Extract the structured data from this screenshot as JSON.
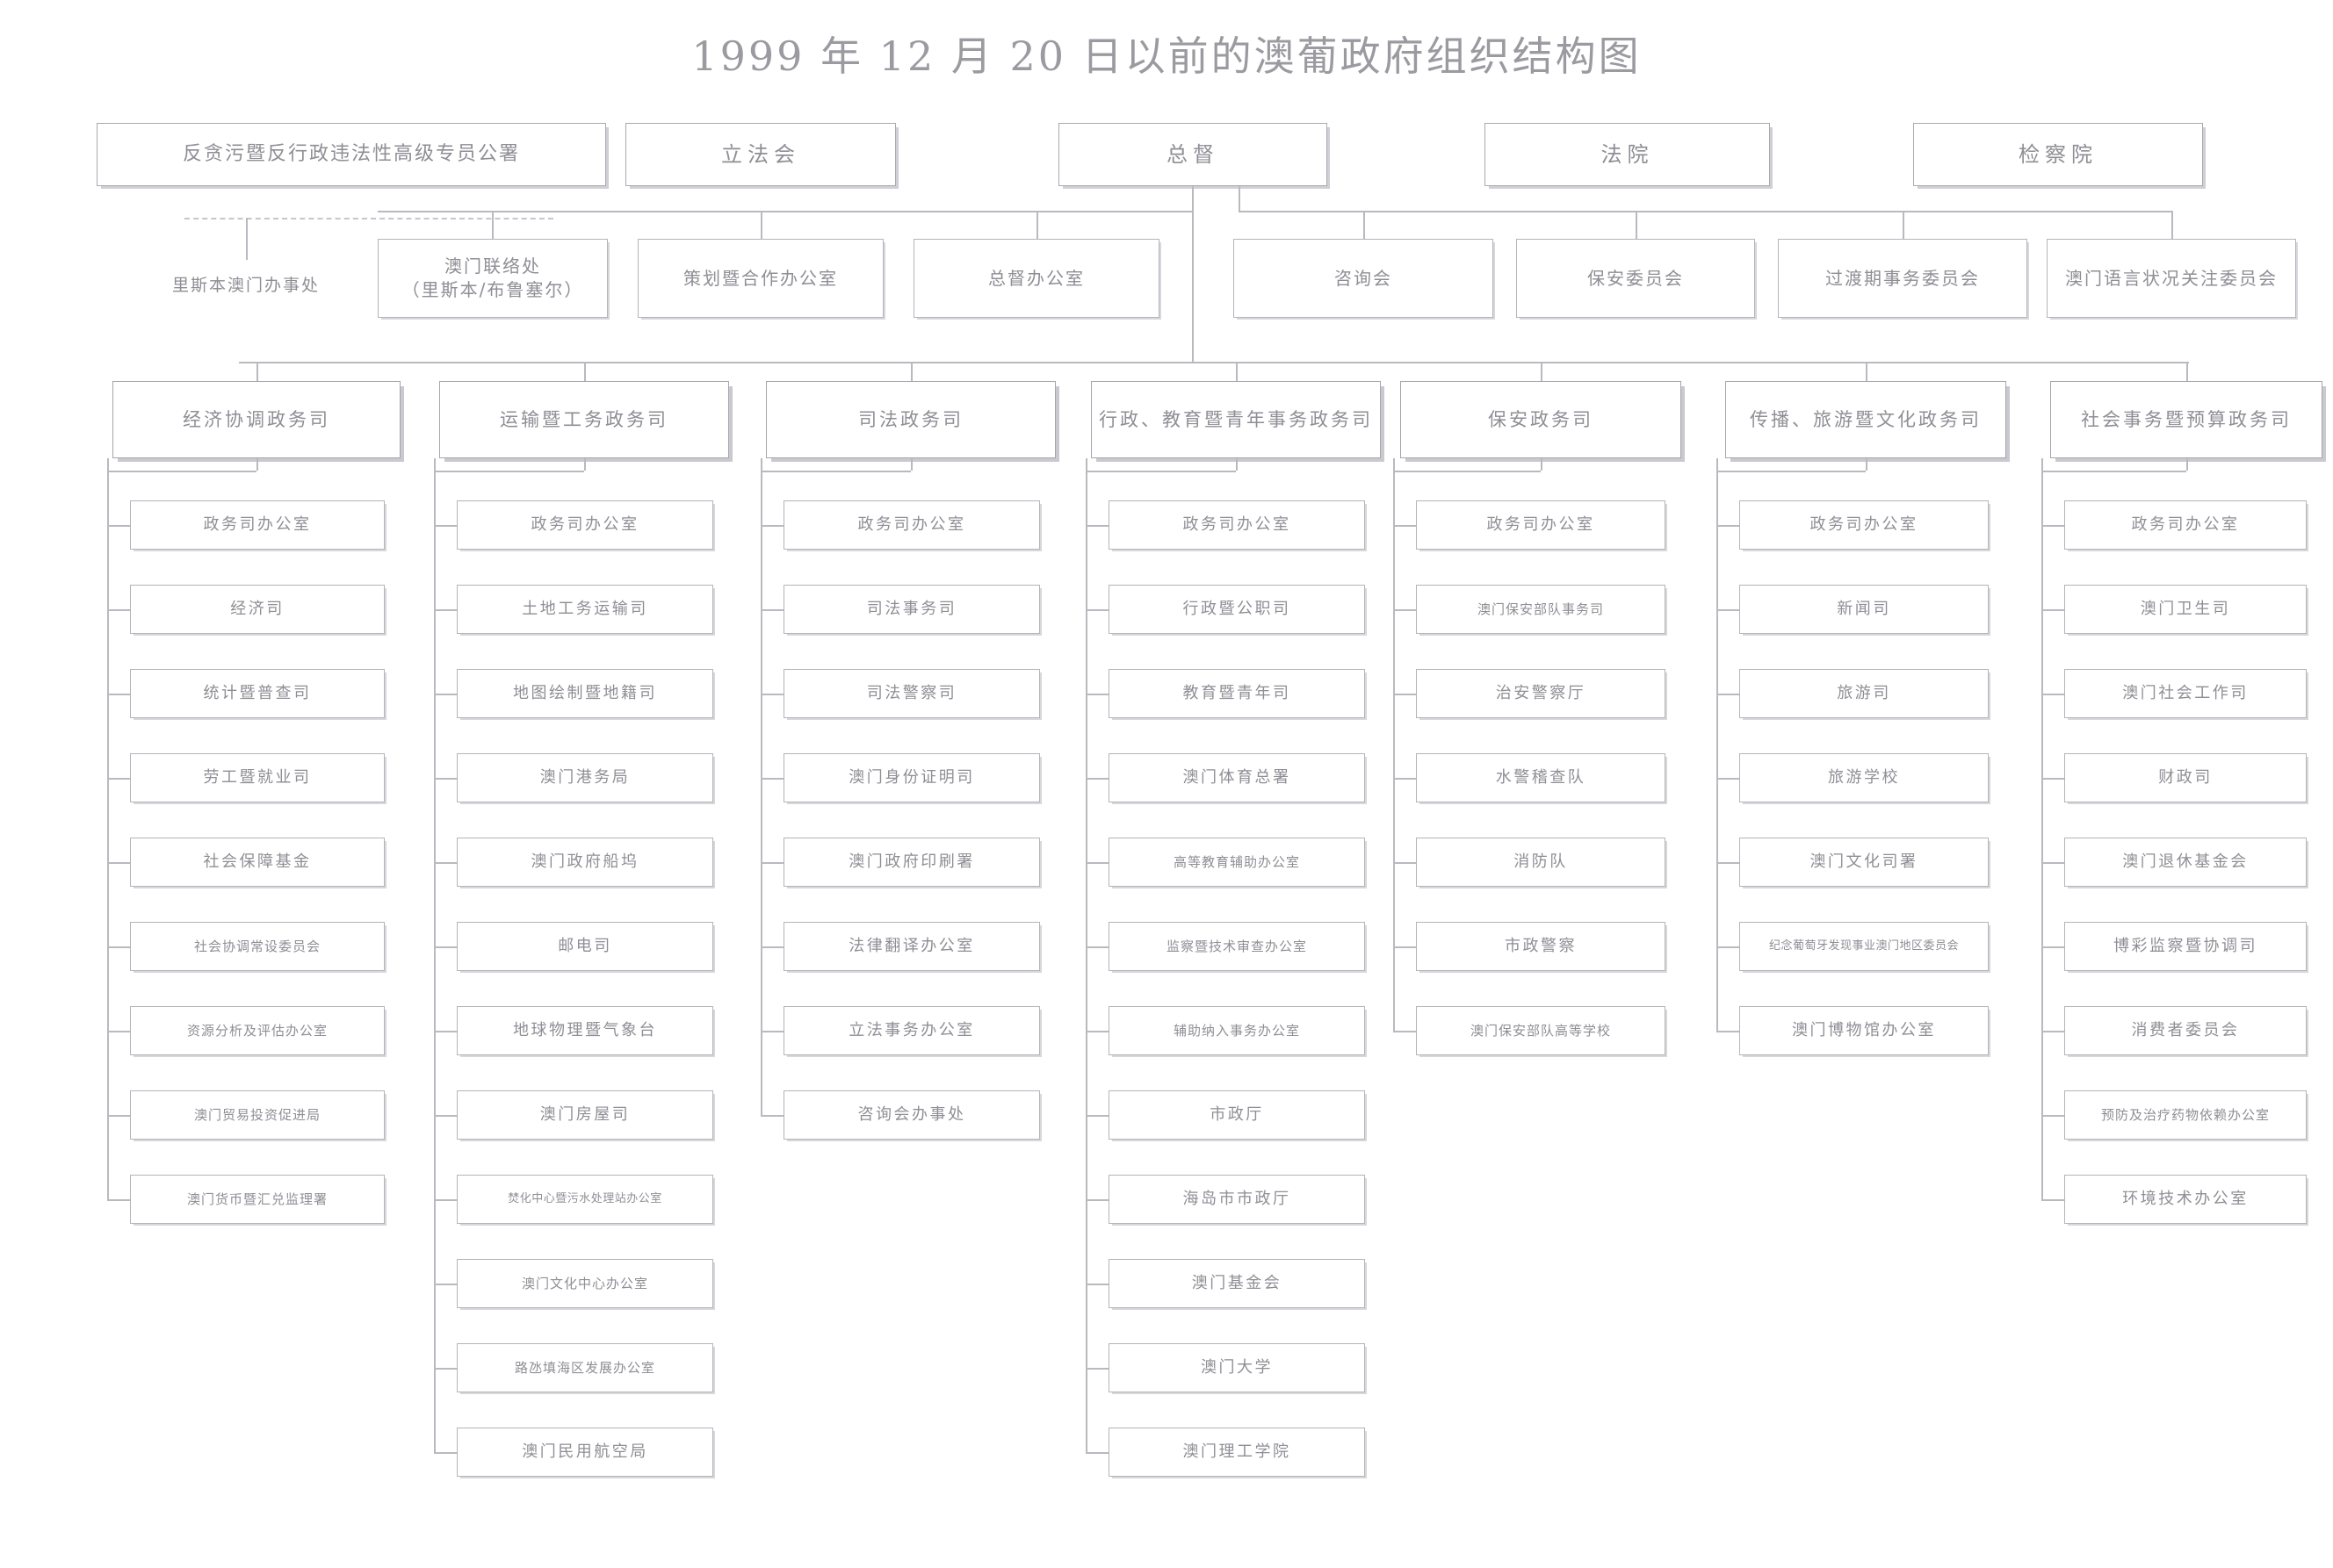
{
  "title": "1999 年 12 月 20 日以前的澳葡政府组织结构图",
  "top_row": [
    {
      "label": "反贪污暨反行政违法性高级专员公署"
    },
    {
      "label": "立法会"
    },
    {
      "label": "总督"
    },
    {
      "label": "法院"
    },
    {
      "label": "检察院"
    }
  ],
  "second_row": {
    "plain_label": "里斯本澳门办事处",
    "boxes": [
      {
        "label": "澳门联络处\n（里斯本/布鲁塞尔）"
      },
      {
        "label": "策划暨合作办公室"
      },
      {
        "label": "总督办公室"
      },
      {
        "label": "咨询会"
      },
      {
        "label": "保安委员会"
      },
      {
        "label": "过渡期事务委员会"
      },
      {
        "label": "澳门语言状况关注委员会"
      }
    ]
  },
  "columns": [
    {
      "header": "经济协调政务司",
      "items": [
        "政务司办公室",
        "经济司",
        "统计暨普查司",
        "劳工暨就业司",
        "社会保障基金",
        "社会协调常设委员会",
        "资源分析及评估办公室",
        "澳门贸易投资促进局",
        "澳门货币暨汇兑监理署"
      ]
    },
    {
      "header": "运输暨工务政务司",
      "items": [
        "政务司办公室",
        "土地工务运输司",
        "地图绘制暨地籍司",
        "澳门港务局",
        "澳门政府船坞",
        "邮电司",
        "地球物理暨气象台",
        "澳门房屋司",
        "焚化中心暨污水处理站办公室",
        "澳门文化中心办公室",
        "路氹填海区发展办公室",
        "澳门民用航空局"
      ]
    },
    {
      "header": "司法政务司",
      "items": [
        "政务司办公室",
        "司法事务司",
        "司法警察司",
        "澳门身份证明司",
        "澳门政府印刷署",
        "法律翻译办公室",
        "立法事务办公室",
        "咨询会办事处"
      ]
    },
    {
      "header": "行政、教育暨青年事务政务司",
      "items": [
        "政务司办公室",
        "行政暨公职司",
        "教育暨青年司",
        "澳门体育总署",
        "高等教育辅助办公室",
        "监察暨技术审查办公室",
        "辅助纳入事务办公室",
        "市政厅",
        "海岛市市政厅",
        "澳门基金会",
        "澳门大学",
        "澳门理工学院"
      ]
    },
    {
      "header": "保安政务司",
      "items": [
        "政务司办公室",
        "澳门保安部队事务司",
        "治安警察厅",
        "水警稽查队",
        "消防队",
        "市政警察",
        "澳门保安部队高等学校"
      ]
    },
    {
      "header": "传播、旅游暨文化政务司",
      "items": [
        "政务司办公室",
        "新闻司",
        "旅游司",
        "旅游学校",
        "澳门文化司署",
        "纪念葡萄牙发现事业澳门地区委员会",
        "澳门博物馆办公室"
      ]
    },
    {
      "header": "社会事务暨预算政务司",
      "items": [
        "政务司办公室",
        "澳门卫生司",
        "澳门社会工作司",
        "财政司",
        "澳门退休基金会",
        "博彩监察暨协调司",
        "消费者委员会",
        "预防及治疗药物依赖办公室",
        "环境技术办公室"
      ]
    }
  ]
}
